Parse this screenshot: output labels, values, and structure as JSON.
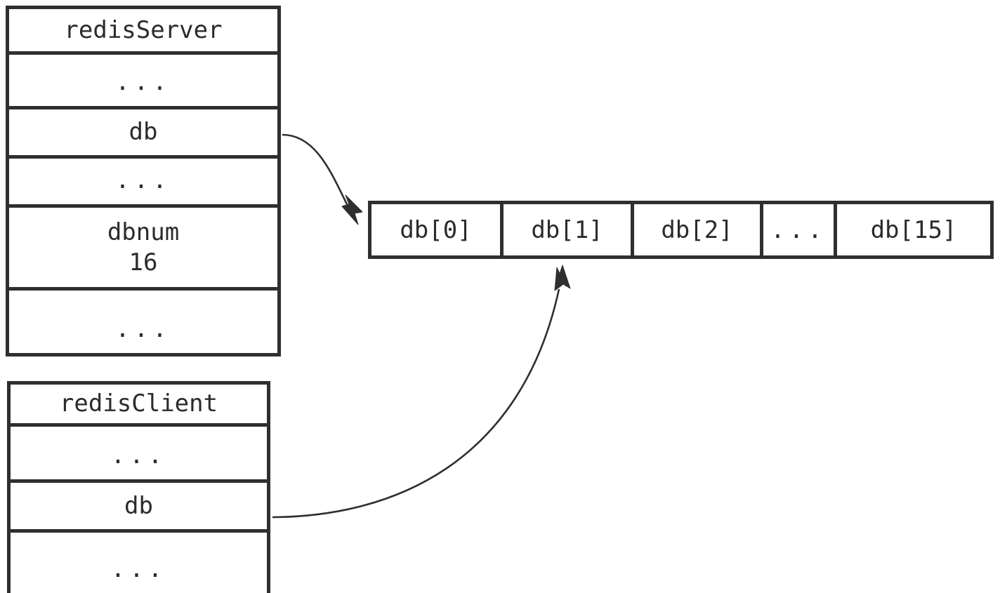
{
  "diagram": {
    "title": "redisServer db array reference diagram",
    "background_color": "#ffffff",
    "line_color": "#2f2f2f",
    "text_color": "#2b2b2b"
  },
  "server_struct": {
    "name": "redisServer",
    "rows": [
      {
        "id": "title",
        "line1": "redisServer",
        "line2": ""
      },
      {
        "id": "ellipsis1",
        "line1": "...",
        "line2": ""
      },
      {
        "id": "db",
        "line1": "db",
        "line2": ""
      },
      {
        "id": "ellipsis2",
        "line1": "...",
        "line2": ""
      },
      {
        "id": "dbnum",
        "line1": "dbnum",
        "line2": "16"
      },
      {
        "id": "ellipsis3",
        "line1": "...",
        "line2": ""
      }
    ]
  },
  "client_struct": {
    "name": "redisClient",
    "rows": [
      {
        "id": "title",
        "line1": "redisClient",
        "line2": ""
      },
      {
        "id": "ellipsis1",
        "line1": "...",
        "line2": ""
      },
      {
        "id": "db",
        "line1": "db",
        "line2": ""
      },
      {
        "id": "ellipsis2",
        "line1": "...",
        "line2": ""
      }
    ]
  },
  "db_array": {
    "name": "db",
    "length_label": "16",
    "cells": [
      {
        "id": "db0",
        "label": "db[0]"
      },
      {
        "id": "db1",
        "label": "db[1]"
      },
      {
        "id": "db2",
        "label": "db[2]"
      },
      {
        "id": "dots",
        "label": "..."
      },
      {
        "id": "db15",
        "label": "db[15]"
      }
    ]
  },
  "arrows": [
    {
      "id": "server-db-to-array",
      "from": "redisServer.db",
      "to": "db[0]"
    },
    {
      "id": "client-db-to-array",
      "from": "redisClient.db",
      "to": "db[1]"
    }
  ]
}
